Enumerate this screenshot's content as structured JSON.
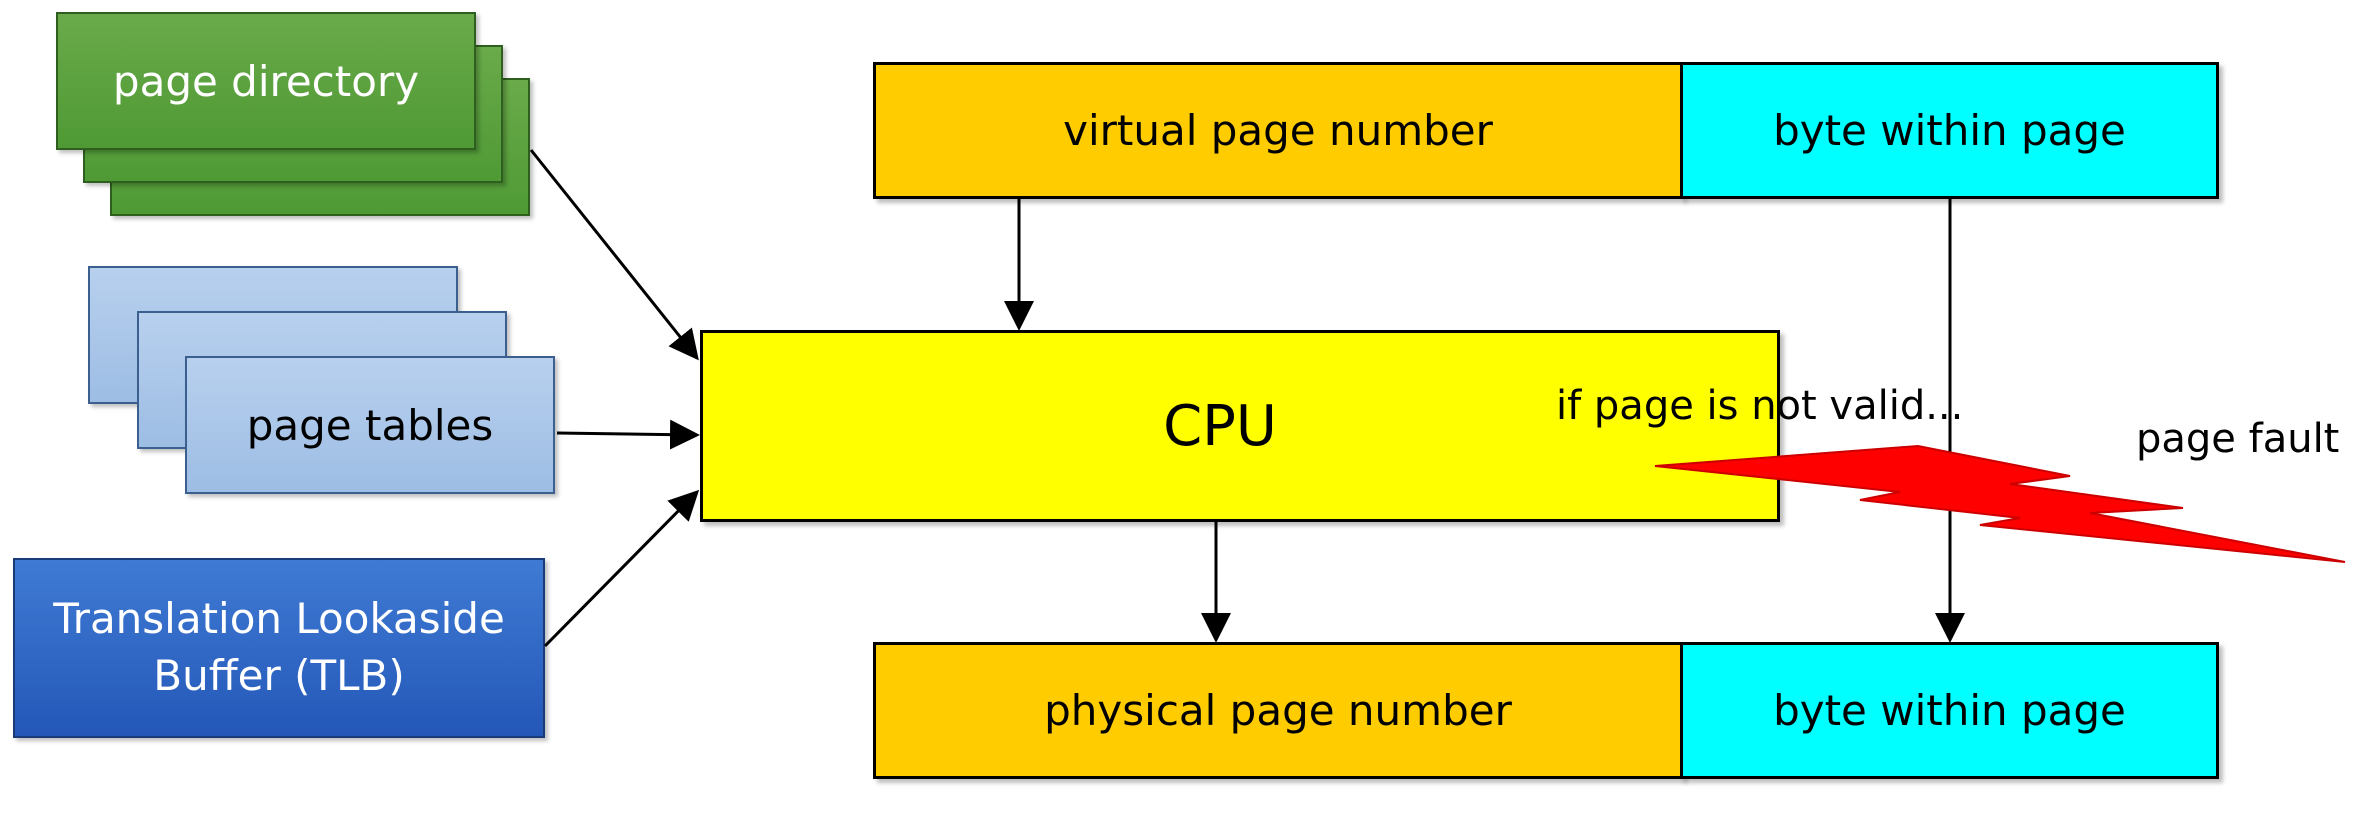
{
  "stacks": {
    "page_directory": {
      "label": "page directory"
    },
    "page_tables": {
      "label": "page tables"
    },
    "tlb": {
      "line1": "Translation Lookaside",
      "line2": "Buffer (TLB)"
    }
  },
  "virtual_address": {
    "page_number": "virtual page number",
    "offset": "byte within page"
  },
  "cpu": {
    "label": "CPU"
  },
  "physical_address": {
    "page_number": "physical page number",
    "offset": "byte within page"
  },
  "fault": {
    "condition": "if page is not valid...",
    "label": "page fault"
  },
  "colors": {
    "green": "#5ba43e",
    "light_blue": "#a6c4ea",
    "tlb_blue": "#2f68c8",
    "amber": "#ffcc00",
    "cyan": "#00ffff",
    "cpu_yellow": "#ffff00",
    "fault_red": "#ff0000"
  }
}
